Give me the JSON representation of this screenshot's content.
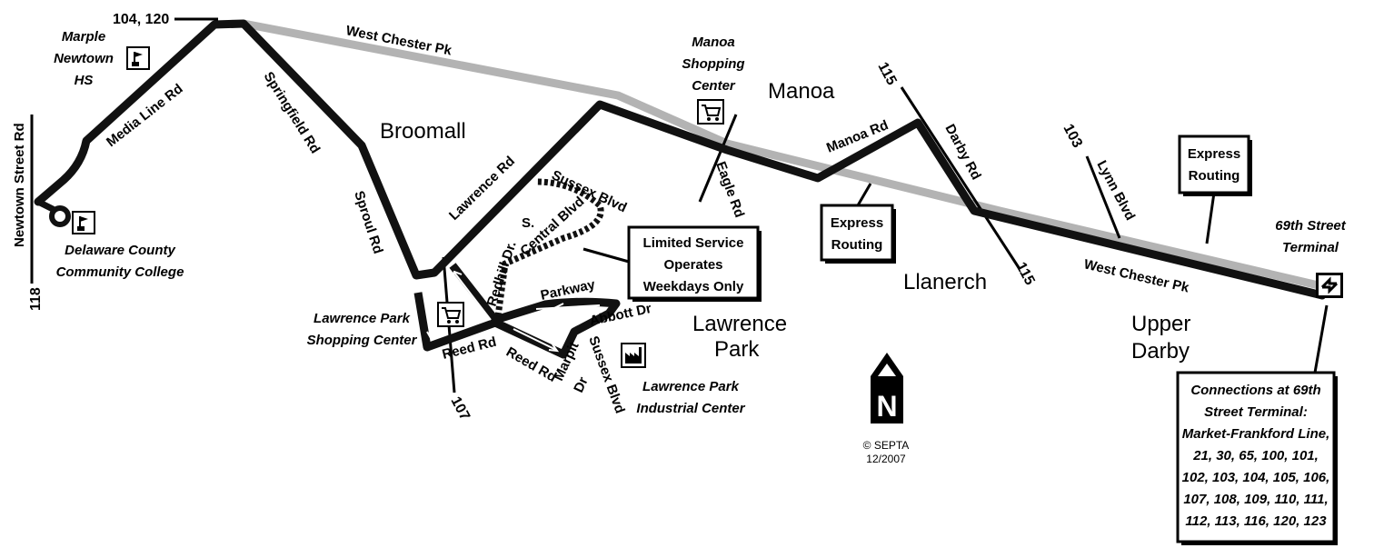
{
  "colors": {
    "route": "#111111",
    "express": "#b3b3b3",
    "background": "#ffffff"
  },
  "map": {
    "roads": {
      "west_chester_pk_top": "West Chester Pk",
      "west_chester_pk_bottom": "West Chester Pk",
      "media_line_rd": "Media Line Rd",
      "springfield_rd": "Springfield Rd",
      "sproul_rd": "Sproul Rd",
      "lawrence_rd": "Lawrence Rd",
      "sussex_blvd_top": "Sussex Blvd",
      "central_blvd_s": "S.",
      "central_blvd": "Central Blvd",
      "redhill_dr": "Redhill Dr.",
      "parkway": "Parkway",
      "reed_rd_left": "Reed Rd",
      "reed_rd_right": "Reed Rd",
      "marpit_dr_1": "Marpit",
      "marpit_dr_2": "Dr",
      "sussex_blvd_bottom": "Sussex Blvd",
      "abbott_dr": "Abbott Dr",
      "eagle_rd": "Eagle Rd",
      "manoa_rd": "Manoa Rd",
      "darby_rd": "Darby Rd",
      "lynn_blvd": "Lynn Blvd",
      "newtown_street_rd": "Newtown Street Rd"
    },
    "places": {
      "broomall": "Broomall",
      "manoa": "Manoa",
      "llanerch": "Llanerch",
      "lawrence_park_1": "Lawrence",
      "lawrence_park_2": "Park",
      "upper_darby_1": "Upper",
      "upper_darby_2": "Darby"
    },
    "landmarks": {
      "marple_hs": [
        "Marple",
        "Newtown",
        "HS"
      ],
      "dccc": [
        "Delaware County",
        "Community College"
      ],
      "manoa_sc": [
        "Manoa",
        "Shopping",
        "Center"
      ],
      "lawrence_park_sc": [
        "Lawrence Park",
        "Shopping Center"
      ],
      "lawrence_park_ic": [
        "Lawrence Park",
        "Industrial Center"
      ],
      "terminal_69th": [
        "69th Street",
        "Terminal"
      ]
    },
    "route_numbers": {
      "r104_120": "104, 120",
      "r118": "118",
      "r107": "107",
      "r115_top": "115",
      "r115_bottom": "115",
      "r103": "103"
    },
    "callouts": {
      "express_left": [
        "Express",
        "Routing"
      ],
      "express_right": [
        "Express",
        "Routing"
      ],
      "limited_service": [
        "Limited Service",
        "Operates",
        "Weekdays Only"
      ],
      "connections": [
        "Connections at 69th",
        "Street Terminal:",
        "Market-Frankford Line,",
        "21, 30, 65, 100, 101,",
        "102, 103, 104, 105, 106,",
        "107, 108, 109, 110, 111,",
        "112, 113, 116, 120, 123"
      ]
    },
    "compass": {
      "letter": "N"
    },
    "credit": {
      "copyright": "© SEPTA",
      "date": "12/2007"
    },
    "icons": {
      "school_marple": "school-flag-icon",
      "school_dccc": "school-flag-icon",
      "cart_manoa": "shopping-cart-icon",
      "cart_lawrence": "shopping-cart-icon",
      "factory": "factory-icon",
      "terminal": "transit-terminal-icon",
      "compass": "north-arrow-icon"
    }
  }
}
